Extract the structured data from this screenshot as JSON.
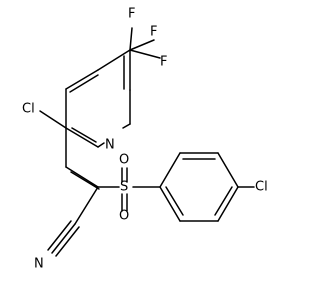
{
  "structure": {
    "atom_labels": {
      "f1": "F",
      "f2": "F",
      "f3": "F",
      "cl_ring": "Cl",
      "n_ring": "N",
      "o_top": "O",
      "s": "S",
      "o_bottom": "O",
      "cl_phenyl": "Cl",
      "n_nitrile": "N"
    }
  }
}
